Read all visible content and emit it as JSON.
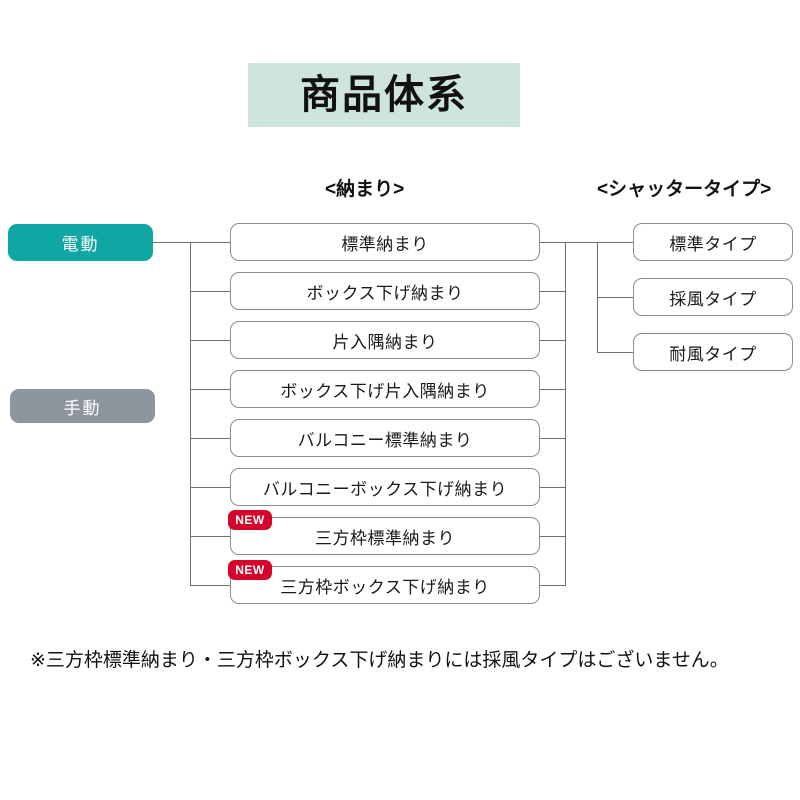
{
  "page": {
    "title": "商品体系",
    "title_bg_color": "#cfe5dc"
  },
  "headers": {
    "nawari": "<納まり>",
    "shutter": "<シャッタータイプ>"
  },
  "drive_types": [
    {
      "label": "電動",
      "color": "#0fa6a4"
    },
    {
      "label": "手動",
      "color": "#8d959f"
    }
  ],
  "nawari_items": [
    {
      "label": "標準納まり",
      "badge": ""
    },
    {
      "label": "ボックス下げ納まり",
      "badge": ""
    },
    {
      "label": "片入隅納まり",
      "badge": ""
    },
    {
      "label": "ボックス下げ片入隅納まり",
      "badge": ""
    },
    {
      "label": "バルコニー標準納まり",
      "badge": ""
    },
    {
      "label": "バルコニーボックス下げ納まり",
      "badge": ""
    },
    {
      "label": "三方枠標準納まり",
      "badge": "NEW"
    },
    {
      "label": "三方枠ボックス下げ納まり",
      "badge": "NEW"
    }
  ],
  "shutter_types": [
    {
      "label": "標準タイプ"
    },
    {
      "label": "採風タイプ"
    },
    {
      "label": "耐風タイプ"
    }
  ],
  "footnote": "※三方枠標準納まり・三方枠ボックス下げ納まりには採風タイプはございません。",
  "colors": {
    "badge_red": "#d4042a",
    "line_gray": "#6f6f6f",
    "box_border": "#8c8c8c"
  }
}
